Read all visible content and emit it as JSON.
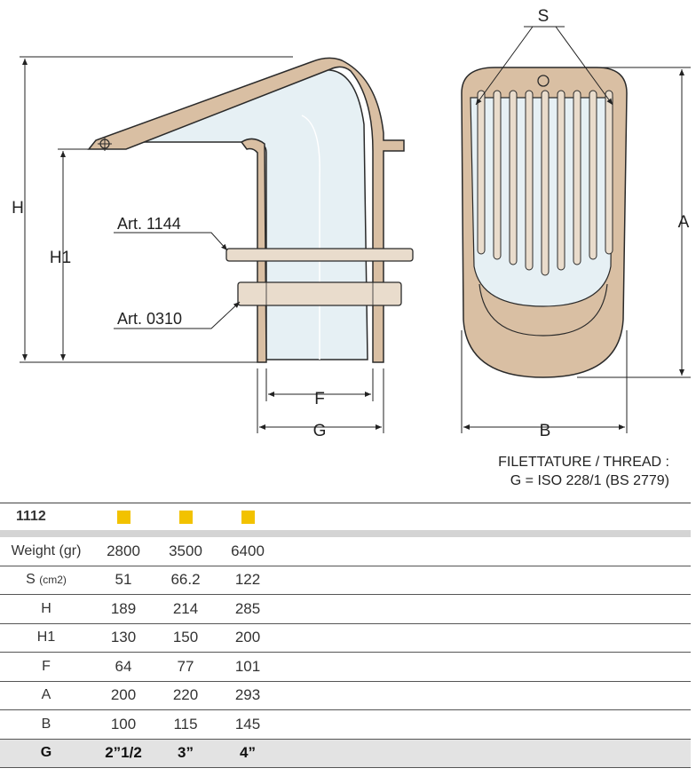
{
  "labels": {
    "S": "S",
    "H": "H",
    "H1": "H1",
    "A": "A",
    "B": "B",
    "F": "F",
    "G": "G",
    "art1": "Art. 1144",
    "art2": "Art. 0310"
  },
  "thread_note": {
    "line1": "FILETTATURE / THREAD :",
    "line2": "G = ISO 228/1 (BS 2779)"
  },
  "table": {
    "model": "1112",
    "swatch_color": "#f2c200",
    "rows": [
      {
        "label": "Weight (gr)",
        "values": [
          "2800",
          "3500",
          "6400"
        ]
      },
      {
        "label": "S",
        "unit": "(cm2)",
        "values": [
          "51",
          "66.2",
          "122"
        ]
      },
      {
        "label": "H",
        "values": [
          "189",
          "214",
          "285"
        ]
      },
      {
        "label": "H1",
        "values": [
          "130",
          "150",
          "200"
        ]
      },
      {
        "label": "F",
        "values": [
          "64",
          "77",
          "101"
        ]
      },
      {
        "label": "A",
        "values": [
          "200",
          "220",
          "293"
        ]
      },
      {
        "label": "B",
        "values": [
          "100",
          "115",
          "145"
        ]
      },
      {
        "label": "G",
        "values": [
          "2”1/2",
          "3”",
          "4”"
        ]
      }
    ]
  },
  "colors": {
    "bronze": "#d9bfa3",
    "water": "#e6f0f4",
    "outline": "#2a2a2a"
  }
}
